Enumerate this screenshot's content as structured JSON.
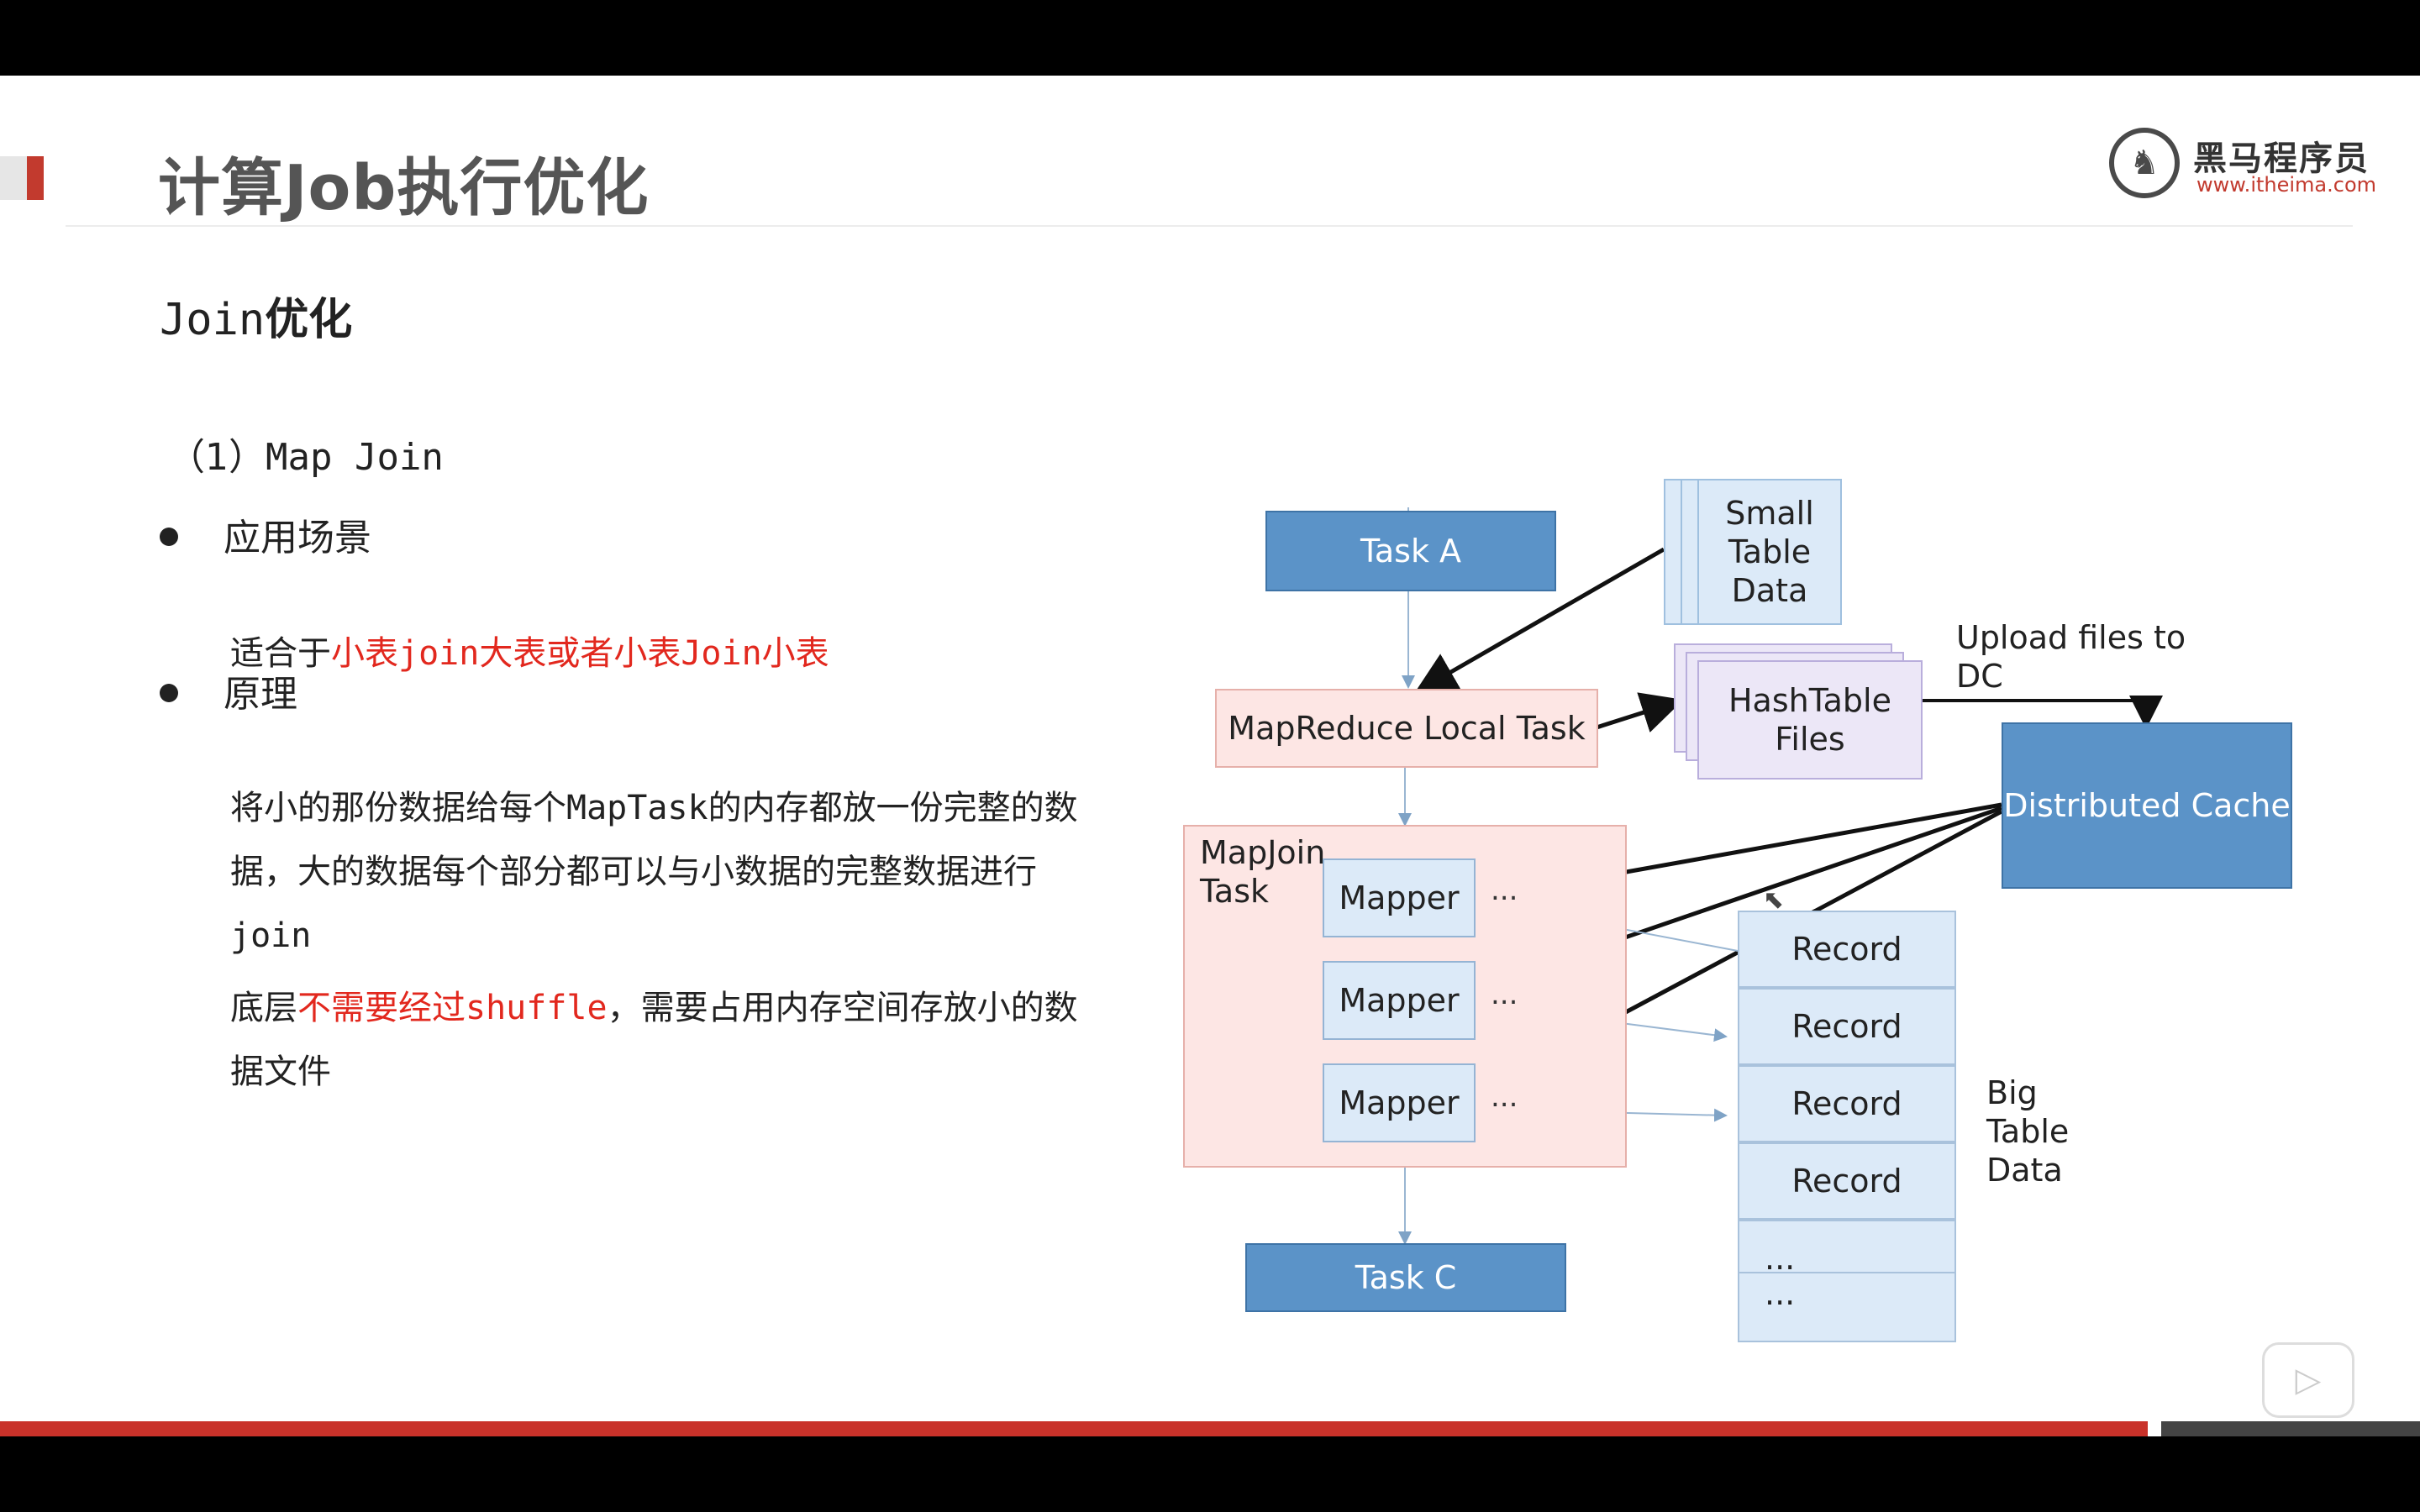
{
  "slide": {
    "title": "计算Job执行优化",
    "logo": {
      "name": "黑马程序员",
      "url": "www.itheima.com"
    },
    "subtitle_mono": "Join",
    "subtitle_rest": "优化",
    "section": {
      "prefix": "（1）",
      "name": "Map Join"
    },
    "bullets": [
      {
        "label": "应用场景"
      },
      {
        "label": "原理"
      }
    ],
    "scenario": {
      "p1": "适合于",
      "r1": "小表",
      "m1": "join",
      "r2": "大表或者小表",
      "m2": "Join",
      "r3": "小表"
    },
    "principle": {
      "a1": "将小的那份数据给每个",
      "am": "MapTask",
      "a2": "的内存都放一份完整的数据，大的数据每个部分都可以与小数据的完整数据进行",
      "aj": "join",
      "b1": "底层",
      "br": "不需要经过",
      "bm": "shuffle",
      "b2": "，需要占用内存空间存放小的数据文件"
    }
  },
  "diagram": {
    "task_a": "Task A",
    "small_table": [
      "Small",
      "Table",
      "Data"
    ],
    "local_task": "MapReduce Local Task",
    "hashtable": [
      "HashTable",
      "Files"
    ],
    "upload": [
      "Upload files to",
      "DC"
    ],
    "dist_cache": "Distributed Cache",
    "mapjoin": [
      "MapJoin",
      "Task"
    ],
    "mappers": [
      "Mapper",
      "Mapper",
      "Mapper"
    ],
    "records": [
      "Record",
      "Record",
      "Record",
      "Record"
    ],
    "record_more": [
      "...",
      "..."
    ],
    "mapper_dots": "...",
    "big_table": [
      "Big",
      "Table",
      "Data"
    ],
    "task_c": "Task C"
  },
  "colors": {
    "accent_red": "#e2281e",
    "box_blue": "#5b93c8",
    "bar_red": "#c9322a"
  }
}
